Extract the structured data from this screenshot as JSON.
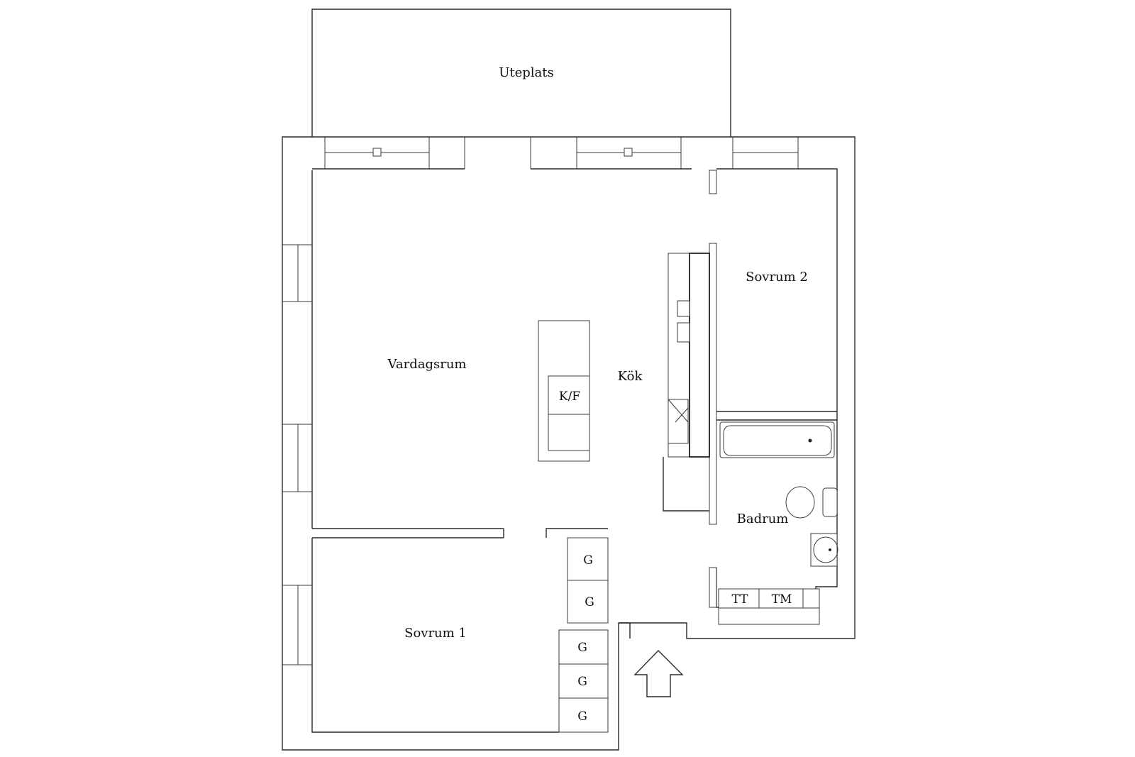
{
  "rooms": {
    "uteplats": "Uteplats",
    "vardagsrum": "Vardagsrum",
    "kok": "Kök",
    "sovrum2": "Sovrum 2",
    "sovrum1": "Sovrum 1",
    "badrum": "Badrum"
  },
  "fixtures": {
    "fridge": "K/F",
    "wardrobe": "G",
    "washer": "TT",
    "dryer": "TM"
  }
}
